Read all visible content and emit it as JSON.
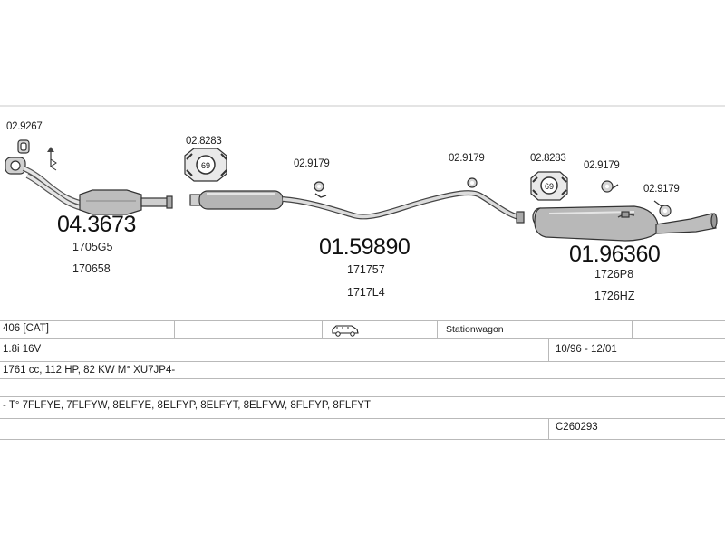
{
  "parts": {
    "clamp_left": "02.9267",
    "gasket_left": "02.8283",
    "hanger_mid": "02.9179",
    "hanger_mid2": "02.9179",
    "gasket_right": "02.8283",
    "hanger_right": "02.9179",
    "hanger_right2": "02.9179",
    "gasket_badge": "69"
  },
  "sections": {
    "front": {
      "number": "04.3673",
      "ref1": "1705G5",
      "ref2": "170658"
    },
    "middle": {
      "number": "01.59890",
      "ref1": "171757",
      "ref2": "1717L4"
    },
    "rear": {
      "number": "01.96360",
      "ref1": "1726P8",
      "ref2": "1726HZ"
    }
  },
  "info": {
    "model": "406  [CAT]",
    "body_type": "Stationwagon",
    "engine": "1.8i 16V",
    "dates": "10/96 - 12/01",
    "specs": "1761 cc, 112 HP, 82 KW M° XU7JP4-",
    "type_codes": "- T° 7FLFYE, 7FLFYW, 8ELFYE, 8ELFYP, 8ELFYT, 8ELFYW, 8FLFYP, 8FLFYT",
    "ref_code": "C260293"
  },
  "icons": {
    "vehicle": "station-wagon-icon"
  }
}
